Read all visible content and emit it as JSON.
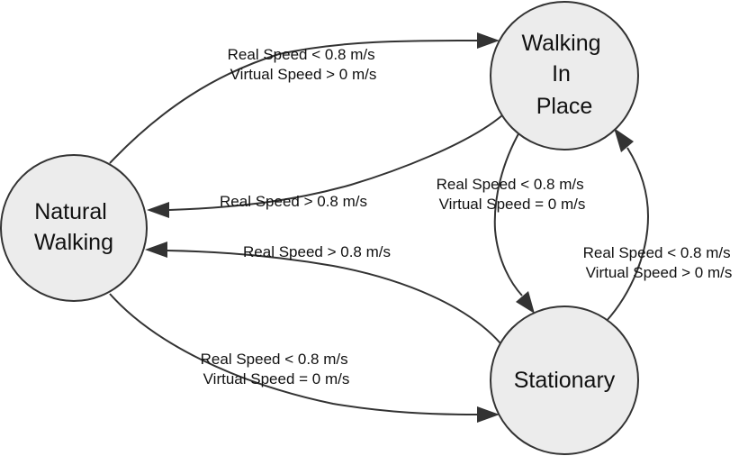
{
  "states": {
    "natural_walking": [
      "Natural",
      "Walking"
    ],
    "walking_in_place": [
      "Walking",
      "In",
      "Place"
    ],
    "stationary": [
      "Stationary"
    ]
  },
  "transitions": {
    "nw_to_wip": [
      "Real Speed < 0.8 m/s",
      "Virtual Speed > 0 m/s"
    ],
    "wip_to_nw": [
      "Real Speed > 0.8 m/s"
    ],
    "wip_to_stationary": [
      "Real Speed < 0.8 m/s",
      "Virtual Speed = 0 m/s"
    ],
    "stationary_to_nw": [
      "Real Speed > 0.8 m/s"
    ],
    "stationary_to_wip": [
      "Real Speed < 0.8 m/s",
      "Virtual Speed > 0 m/s"
    ],
    "nw_to_stationary": [
      "Real Speed < 0.8 m/s",
      "Virtual Speed = 0 m/s"
    ]
  },
  "colors": {
    "state_fill": "#ececec",
    "stroke": "#333333",
    "text": "#111111"
  }
}
